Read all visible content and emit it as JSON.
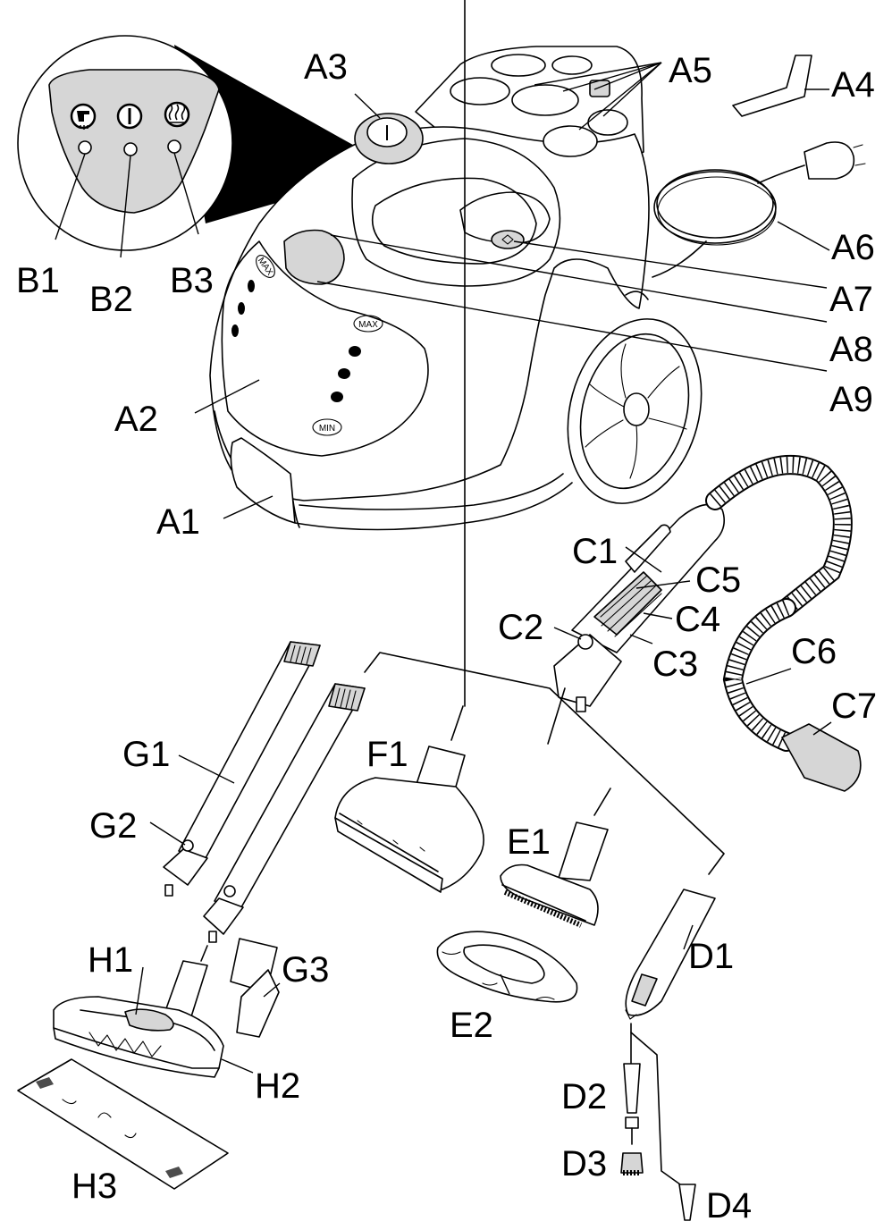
{
  "labels": {
    "A1": "A1",
    "A2": "A2",
    "A3": "A3",
    "A4": "A4",
    "A5": "A5",
    "A6": "A6",
    "A7": "A7",
    "A8": "A8",
    "A9": "A9",
    "B1": "B1",
    "B2": "B2",
    "B3": "B3",
    "C1": "C1",
    "C2": "C2",
    "C3": "C3",
    "C4": "C4",
    "C5": "C5",
    "C6": "C6",
    "C7": "C7",
    "D1": "D1",
    "D2": "D2",
    "D3": "D3",
    "D4": "D4",
    "E1": "E1",
    "E2": "E2",
    "F1": "F1",
    "G1": "G1",
    "G2": "G2",
    "G3": "G3",
    "H1": "H1",
    "H2": "H2",
    "H3": "H3"
  },
  "markings": {
    "max_left": "MAX",
    "max_right": "MAX",
    "min": "MIN"
  },
  "colors": {
    "line": "#000000",
    "panel": "#d6d6d6",
    "background": "#ffffff"
  }
}
